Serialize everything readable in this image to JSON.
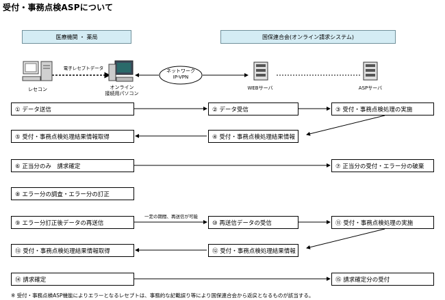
{
  "title": "受付・事務点検ASPについて",
  "headers": {
    "left": "医療機関 ・ 薬局",
    "right": "国保連合会(オンライン請求システム)"
  },
  "devices": {
    "receipt_computer": "レセコン",
    "online_pc": "オンライン\n接続用パソコン",
    "network": "ネットワーク\nIP-VPN",
    "web_server": "WEBサーバ",
    "asp_server": "ASPサーバ",
    "data_label": "電子レセプトデータ"
  },
  "steps": {
    "s1": "① データ送信",
    "s2": "② データ受信",
    "s3": "③ 受付・事務点検処理の実施",
    "s4": "④ 受付・事務点検処理結果情報",
    "s5": "⑤ 受付・事務点検処理結果情報取得",
    "s6": "⑥ 正当分のみ　請求確定",
    "s7": "⑦ 正当分の受付・エラー分の破棄",
    "s8": "⑧ エラー分の調査・エラー分の訂正",
    "s9": "⑨ エラー分訂正後データの再送信",
    "s10": "⑩ 再送信データの受信",
    "s11": "⑪ 受付・事務点検処理の実施",
    "s12": "⑫ 受付・事務点検処理結果情報",
    "s13": "⑬ 受付・事務点検処理結果情報取得",
    "s14": "⑭ 請求確定",
    "s15": "⑮ 請求確定分の受付"
  },
  "resend_note": "一定の期間、再送信が可能",
  "footnote": "※ 受付・事務点検ASP機能によりエラーとなるレセプトは、事務的な記載誤り等により国保連合会から返戻となるものが該当する。"
}
